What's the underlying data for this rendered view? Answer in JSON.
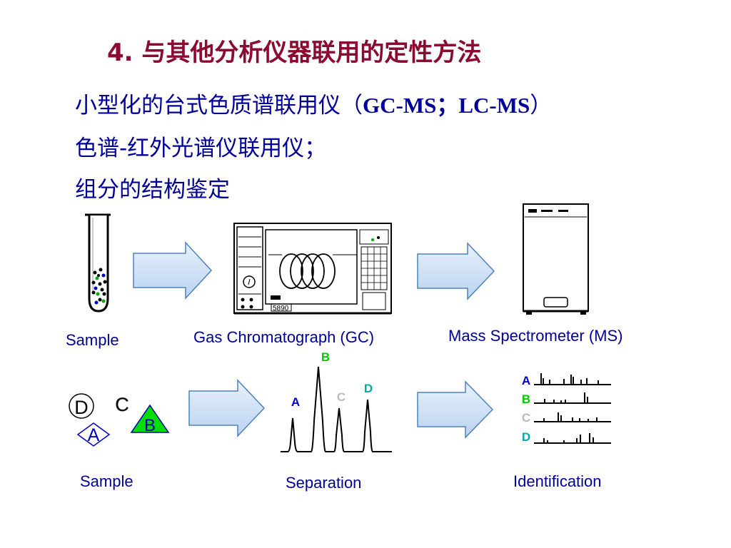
{
  "slide": {
    "title": "4. 与其他分析仪器联用的定性方法",
    "lines": [
      {
        "text_cn": "小型化的台式色质谱联用仪（",
        "text_latin": "GC-MS；LC-MS",
        "text_end": "）"
      },
      {
        "text": "色谱-红外光谱仪联用仪；"
      },
      {
        "text": "组分的结构鉴定"
      }
    ]
  },
  "top_row": {
    "sample_label": "Sample",
    "gc_label": "Gas Chromatograph (GC)",
    "ms_label": "Mass Spectrometer (MS)",
    "gc_model": "5890"
  },
  "bottom_row": {
    "sample_label": "Sample",
    "separation_label": "Separation",
    "identification_label": "Identification",
    "components": [
      "A",
      "B",
      "C",
      "D"
    ]
  },
  "colors": {
    "title": "#8B0A2F",
    "text": "#000099",
    "arrow_fill": "#CFE2F7",
    "arrow_stroke": "#4F81BD",
    "A": "#0000CC",
    "B": "#00CC00",
    "C": "#BBBBBB",
    "D": "#00AAAA"
  }
}
